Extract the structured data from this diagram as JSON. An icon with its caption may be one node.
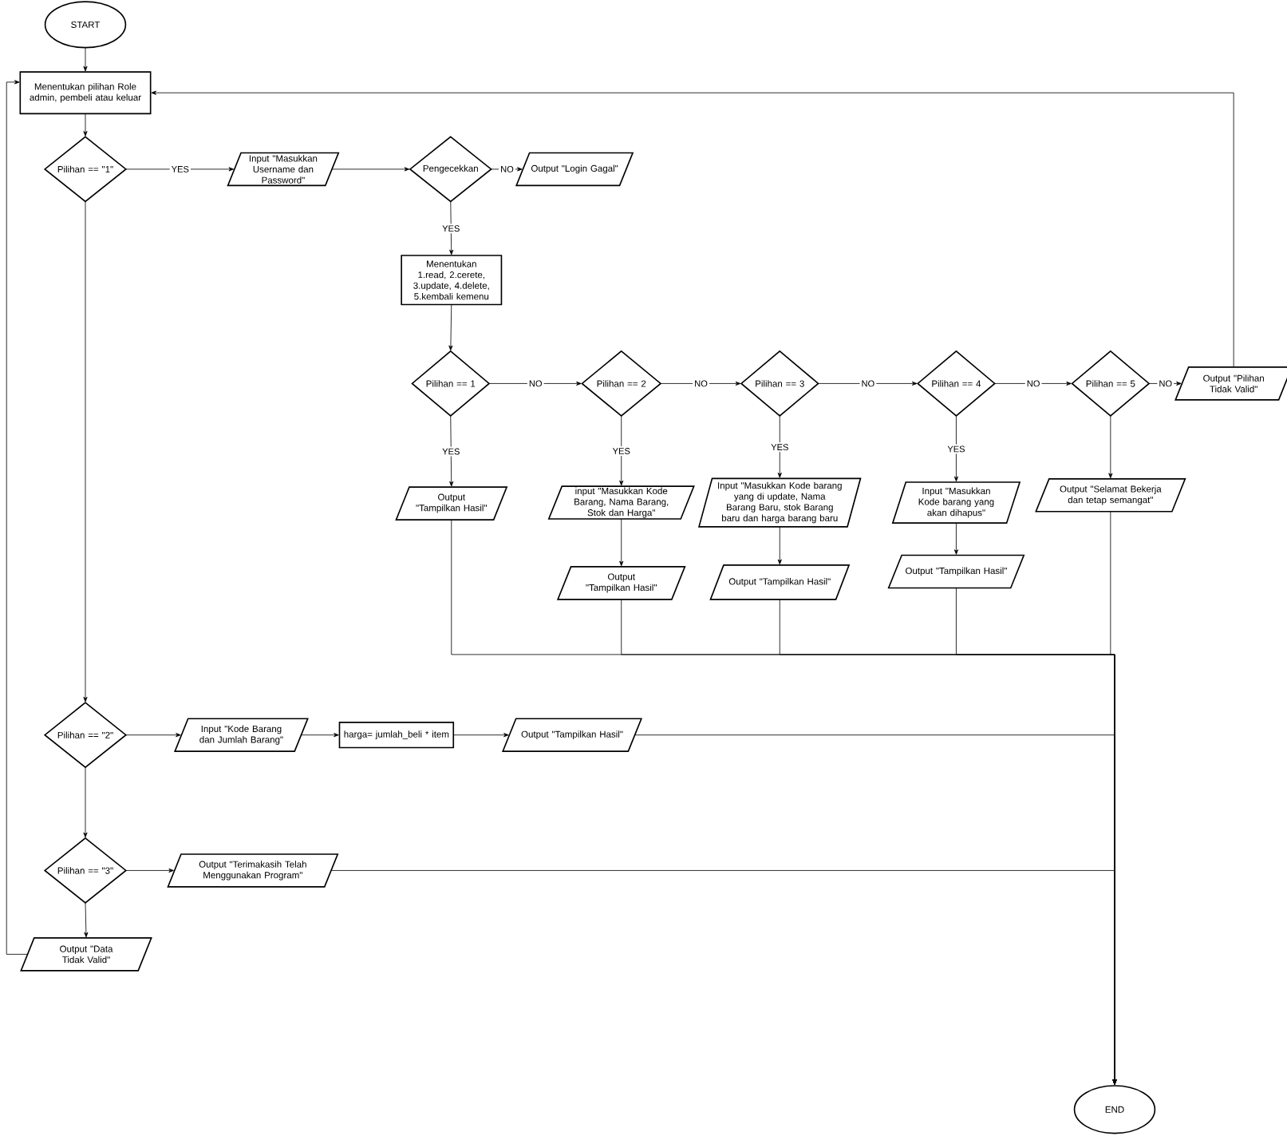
{
  "diagram": {
    "nodes": [
      {
        "text": [
          "START"
        ]
      },
      {
        "text": [
          "Menentukan pilihan Role admin, pembeli atau keluar"
        ]
      },
      {
        "text": [
          "Pilihan == \"1\""
        ]
      },
      {
        "text": [
          "Input \"Masukkan Username dan Password\""
        ]
      },
      {
        "text": [
          "Pengecekkan"
        ]
      },
      {
        "text": [
          "Output \"Login Gagal\""
        ]
      },
      {
        "text": [
          "Menentukan 1.read, 2.cerete, 3.update, 4.delete, 5.kembali kemenu"
        ]
      },
      {
        "text": [
          "Pilihan == 1"
        ]
      },
      {
        "text": [
          "Pilihan == 2"
        ]
      },
      {
        "text": [
          "Pilihan == 3"
        ]
      },
      {
        "text": [
          "Pilihan == 4"
        ]
      },
      {
        "text": [
          "Pilihan == 5"
        ]
      },
      {
        "text": [
          "Output \"Pilihan Tidak Valid\""
        ]
      },
      {
        "text": [
          "Output \"Tampilkan Hasil\""
        ]
      },
      {
        "text": [
          "input \"Masukkan Kode Barang, Nama Barang, Stok dan Harga\""
        ]
      },
      {
        "text": [
          "Input \"Masukkan Kode barang yang di update, Nama Barang Baru, stok Barang baru dan harga barang baru"
        ]
      },
      {
        "text": [
          "Input \"Masukkan Kode barang yang akan dihapus\""
        ]
      },
      {
        "text": [
          "Output \"Selamat Bekerja dan tetap semangat\""
        ]
      },
      {
        "text": [
          "Output \"Tampilkan Hasil\""
        ]
      },
      {
        "text": [
          "Output \"Tampilkan Hasil\""
        ]
      },
      {
        "text": [
          "Output \"Tampilkan Hasil\""
        ]
      },
      {
        "text": [
          "Pilihan == \"2\""
        ]
      },
      {
        "text": [
          "Input \"Kode Barang dan Jumlah Barang\""
        ]
      },
      {
        "text": [
          "harga= jumlah_beli * item"
        ]
      },
      {
        "text": [
          "Output \"Tampilkan Hasil\""
        ]
      },
      {
        "text": [
          "Pilihan == \"3\""
        ]
      },
      {
        "text": [
          "Output \"Terimakasih Telah Menggunakan Program\""
        ]
      },
      {
        "text": [
          "Output \"Data Tidak Valid\""
        ]
      },
      {
        "text": [
          "END"
        ]
      }
    ],
    "edges": [
      {
        "from": 0,
        "to": 1,
        "arrow": "to"
      },
      {
        "from": 1,
        "to": 2,
        "arrow": "to"
      },
      {
        "from": 2,
        "to": 3,
        "arrow": "to",
        "label": "YES"
      },
      {
        "from": 3,
        "to": 4,
        "arrow": "to"
      },
      {
        "from": 4,
        "to": 5,
        "arrow": "to",
        "label": "NO"
      },
      {
        "from": 4,
        "to": 6,
        "arrow": "to",
        "label": "YES"
      },
      {
        "from": 6,
        "to": 7,
        "arrow": "to"
      },
      {
        "from": 7,
        "to": 8,
        "arrow": "to",
        "label": "NO"
      },
      {
        "from": 8,
        "to": 9,
        "arrow": "to",
        "label": "NO"
      },
      {
        "from": 9,
        "to": 10,
        "arrow": "to",
        "label": "NO"
      },
      {
        "from": 10,
        "to": 11,
        "arrow": "to",
        "label": "NO"
      },
      {
        "from": 11,
        "to": 12,
        "arrow": "to",
        "label": "NO"
      },
      {
        "from": 12,
        "to": 1,
        "arrow": "to"
      },
      {
        "from": 7,
        "to": 13,
        "arrow": "to",
        "label": "YES"
      },
      {
        "from": 8,
        "to": 14,
        "arrow": "to",
        "label": "YES"
      },
      {
        "from": 9,
        "to": 15,
        "arrow": "to",
        "label": "YES"
      },
      {
        "from": 10,
        "to": 16,
        "arrow": "to",
        "label": "YES"
      },
      {
        "from": 11,
        "to": 17,
        "arrow": "to"
      },
      {
        "from": 14,
        "to": 18,
        "arrow": "to"
      },
      {
        "from": 15,
        "to": 19,
        "arrow": "to"
      },
      {
        "from": 16,
        "to": 20,
        "arrow": "to"
      },
      {
        "from": 13,
        "to": 28,
        "arrow": "to"
      },
      {
        "from": 18,
        "to": 28,
        "arrow": "to"
      },
      {
        "from": 19,
        "to": 28,
        "arrow": "to"
      },
      {
        "from": 20,
        "to": 28,
        "arrow": "to"
      },
      {
        "from": 17,
        "to": 28,
        "arrow": "to"
      },
      {
        "from": 2,
        "to": 21,
        "arrow": "to"
      },
      {
        "from": 21,
        "to": 22,
        "arrow": "to"
      },
      {
        "from": 22,
        "to": 23,
        "arrow": "to"
      },
      {
        "from": 23,
        "to": 24,
        "arrow": "to"
      },
      {
        "from": 24,
        "to": 28,
        "arrow": "to"
      },
      {
        "from": 21,
        "to": 25,
        "arrow": "to"
      },
      {
        "from": 25,
        "to": 26,
        "arrow": "to"
      },
      {
        "from": 26,
        "to": 28,
        "arrow": "to"
      },
      {
        "from": 25,
        "to": 27,
        "arrow": "to"
      },
      {
        "from": 27,
        "to": 1,
        "arrow": "to"
      }
    ]
  }
}
